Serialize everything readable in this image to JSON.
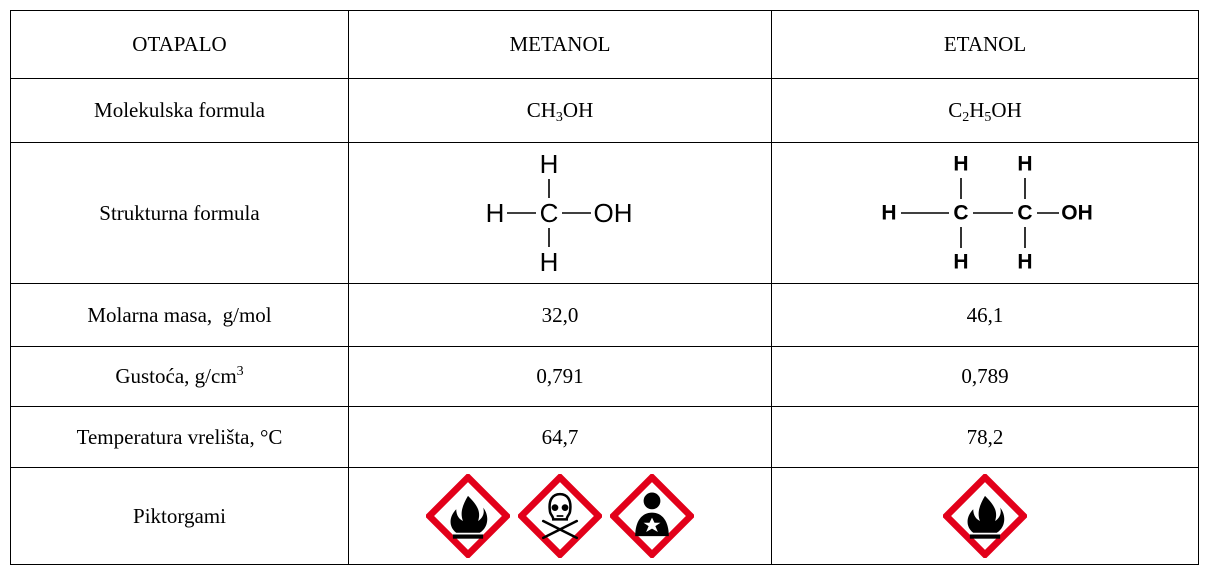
{
  "table": {
    "header": {
      "label": "OTAPALO",
      "col1": "METANOL",
      "col2": "ETANOL"
    },
    "rows": {
      "formula": {
        "label": "Molekulska formula",
        "methanol": {
          "p1": "CH",
          "s1": "3",
          "p2": "OH"
        },
        "ethanol": {
          "p1": "C",
          "s1": "2",
          "p2": "H",
          "s2": "5",
          "p3": "OH"
        }
      },
      "structure": {
        "label": "Strukturna formula",
        "methanol_atoms": {
          "h": "H",
          "c": "C",
          "oh": "OH"
        },
        "ethanol_atoms": {
          "h": "H",
          "c": "C",
          "oh": "OH"
        }
      },
      "molar_mass": {
        "label_text": "Molarna masa,  g/mol",
        "methanol": "32,0",
        "ethanol": "46,1"
      },
      "density": {
        "label_base": "Gustoća, g/cm",
        "label_sup": "3",
        "methanol": "0,791",
        "ethanol": "0,789"
      },
      "boiling": {
        "label": "Temperatura vrelišta, °C",
        "methanol": "64,7",
        "ethanol": "78,2"
      },
      "pictograms": {
        "label": "Piktorgami",
        "methanol": [
          "flame-icon",
          "skull-crossbones-icon",
          "health-hazard-icon"
        ],
        "ethanol": [
          "flame-icon"
        ]
      }
    }
  },
  "colors": {
    "hazard_border": "#e2001a",
    "text": "#000000"
  }
}
